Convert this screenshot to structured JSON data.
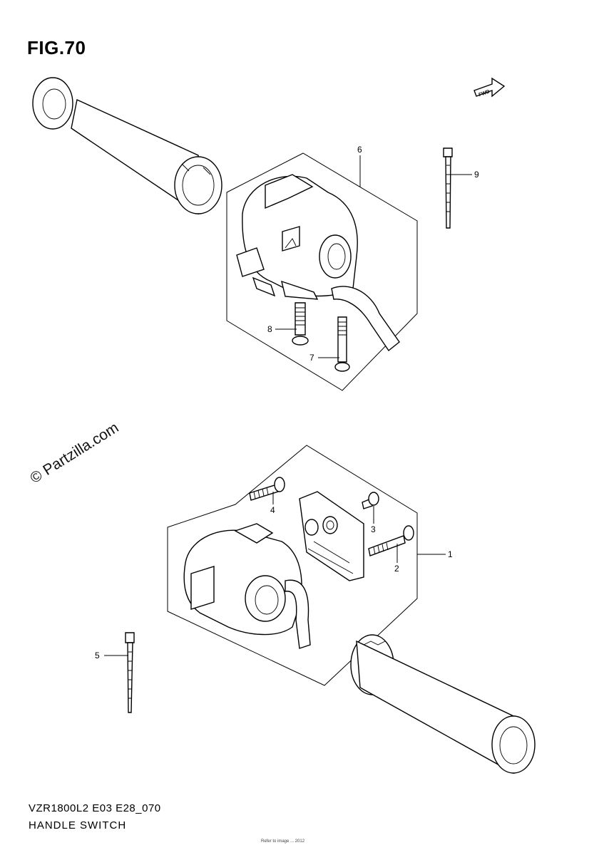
{
  "figure_title": "FIG.70",
  "watermark": "© Partzilla.com",
  "fwd_label": "FWD",
  "callouts": {
    "c1": "1",
    "c2": "2",
    "c3": "3",
    "c4": "4",
    "c5": "5",
    "c6": "6",
    "c7": "7",
    "c8": "8",
    "c9": "9"
  },
  "footer": {
    "code": "VZR1800L2 E03 E28_070",
    "name": "HANDLE SWITCH",
    "tiny": "Refer to image ... 2012"
  }
}
